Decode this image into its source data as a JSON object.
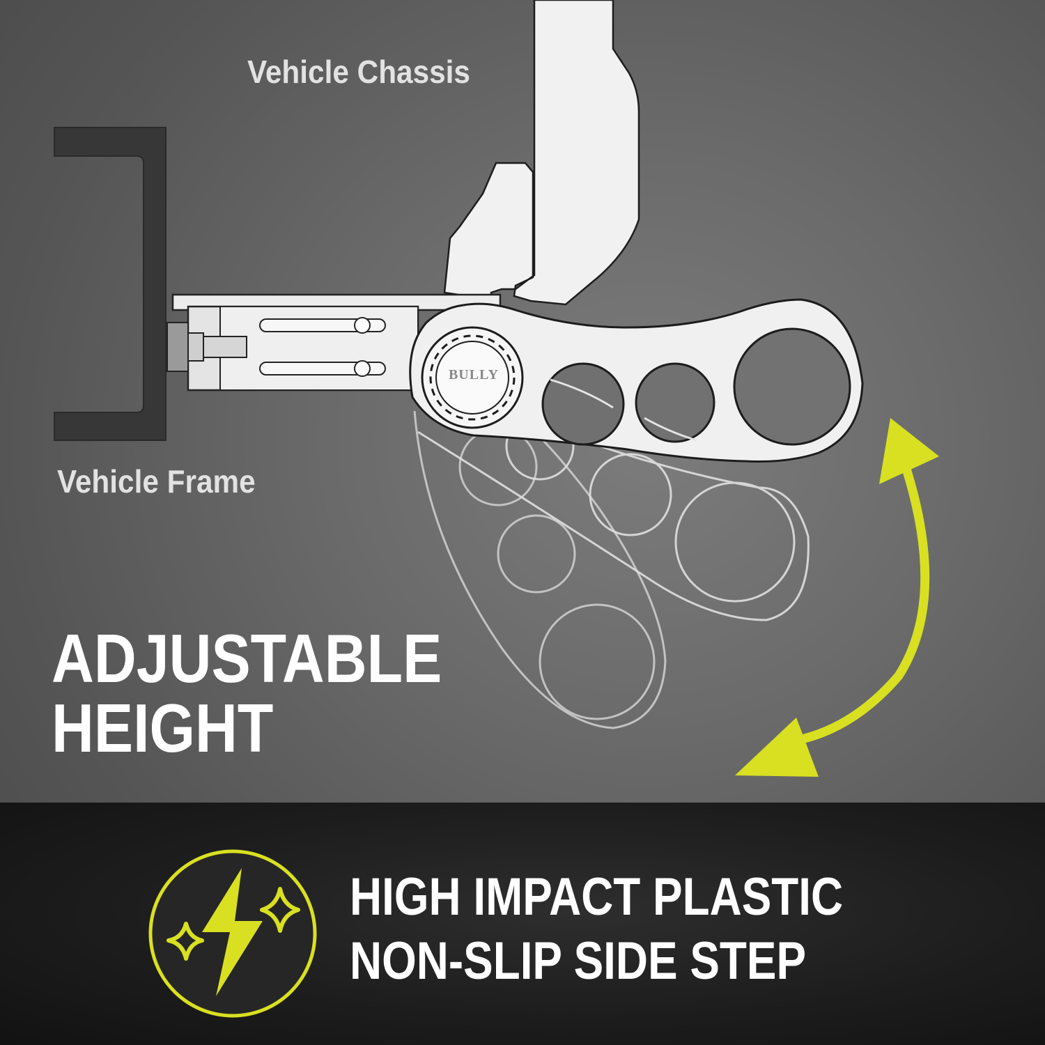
{
  "labels": {
    "chassis": "Vehicle Chassis",
    "frame": "Vehicle Frame"
  },
  "headline": {
    "line1": "ADJUSTABLE",
    "line2": "HEIGHT"
  },
  "feature": {
    "line1": "HIGH IMPACT PLASTIC",
    "line2": "NON-SLIP SIDE STEP",
    "icon": "lightning-bolt-icon"
  },
  "logo_text": "BULLY",
  "colors": {
    "accent": "#d9e021",
    "background": "#606060",
    "band": "#1c1c1c",
    "part_fill": "#ececec",
    "frame_dark": "#333333"
  },
  "icons": [
    "double-arrow-icon",
    "lightning-bolt-icon",
    "sparkle-icon"
  ]
}
